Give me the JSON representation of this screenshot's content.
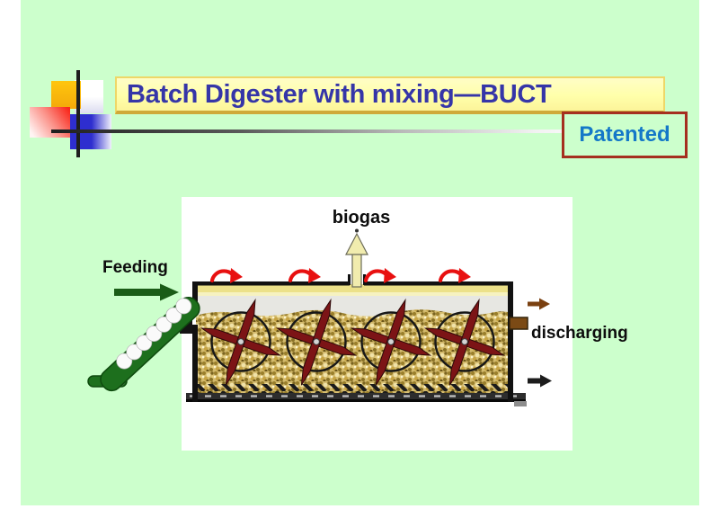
{
  "slide": {
    "title": "Batch Digester with mixing—BUCT",
    "patented_label": "Patented",
    "diagram": {
      "biogas_label": "biogas",
      "feeding_label": "Feeding",
      "discharging_label": "discharging"
    },
    "colors": {
      "slide_background": "#ccffcc",
      "title_background": "#ffffaa",
      "title_text": "#3535a8",
      "patented_text": "#1478c8",
      "patented_border": "#a52f1f",
      "rotation_arrow_red": "#e81010",
      "impeller_blade_red": "#7c1416",
      "feeding_arrow_green": "#1a5c17",
      "screw_feeder_green": "#1d6f1d",
      "discharge_arrow_brown": "#7a4010",
      "discharge_arrow_black": "#1c1c1c",
      "biogas_arrow_fill": "#f1ecae",
      "substrate_tan": "#d3ba6c"
    }
  }
}
